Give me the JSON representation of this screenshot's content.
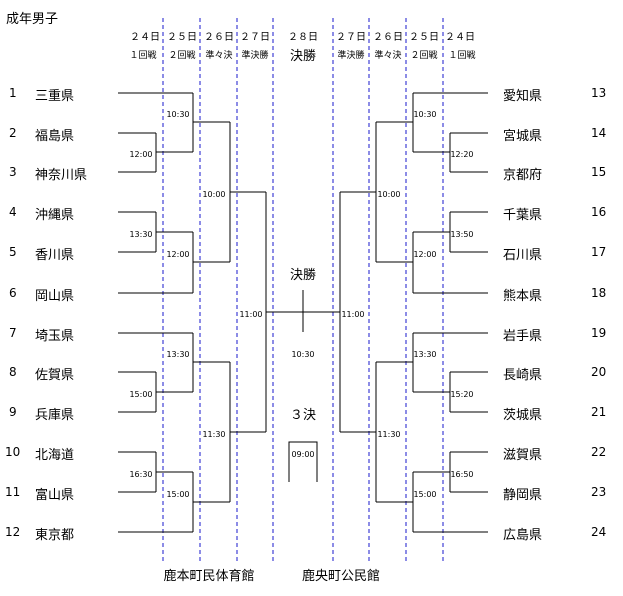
{
  "title": "成年男子",
  "header": {
    "left_dates": [
      "２４日",
      "２５日",
      "２６日",
      "２７日"
    ],
    "right_dates": [
      "２７日",
      "２６日",
      "２５日",
      "２４日"
    ],
    "final_date": "２８日",
    "left_rounds": [
      "１回戦",
      "２回戦",
      "準々決",
      "準決勝"
    ],
    "right_rounds": [
      "準決勝",
      "準々決",
      "２回戦",
      "１回戦"
    ],
    "final_label": "決勝"
  },
  "left_teams": [
    {
      "num": "1",
      "name": "三重県"
    },
    {
      "num": "2",
      "name": "福島県"
    },
    {
      "num": "3",
      "name": "神奈川県"
    },
    {
      "num": "4",
      "name": "沖縄県"
    },
    {
      "num": "5",
      "name": "香川県"
    },
    {
      "num": "6",
      "name": "岡山県"
    },
    {
      "num": "7",
      "name": "埼玉県"
    },
    {
      "num": "8",
      "name": "佐賀県"
    },
    {
      "num": "9",
      "name": "兵庫県"
    },
    {
      "num": "10",
      "name": "北海道"
    },
    {
      "num": "11",
      "name": "富山県"
    },
    {
      "num": "12",
      "name": "東京都"
    }
  ],
  "right_teams": [
    {
      "num": "13",
      "name": "愛知県"
    },
    {
      "num": "14",
      "name": "宮城県"
    },
    {
      "num": "15",
      "name": "京都府"
    },
    {
      "num": "16",
      "name": "千葉県"
    },
    {
      "num": "17",
      "name": "石川県"
    },
    {
      "num": "18",
      "name": "熊本県"
    },
    {
      "num": "19",
      "name": "岩手県"
    },
    {
      "num": "20",
      "name": "長崎県"
    },
    {
      "num": "21",
      "name": "茨城県"
    },
    {
      "num": "22",
      "name": "滋賀県"
    },
    {
      "num": "23",
      "name": "静岡県"
    },
    {
      "num": "24",
      "name": "広島県"
    }
  ],
  "times": {
    "l_r1_a": "12:00",
    "l_r1_b": "13:30",
    "l_r1_c": "15:00",
    "l_r1_d": "16:30",
    "l_r2_a": "10:30",
    "l_r2_b": "12:00",
    "l_r2_c": "13:30",
    "l_r2_d": "15:00",
    "l_qf_a": "10:00",
    "l_qf_b": "11:30",
    "l_sf": "11:00",
    "r_r1_a": "12:20",
    "r_r1_b": "13:50",
    "r_r1_c": "15:20",
    "r_r1_d": "16:50",
    "r_r2_a": "10:30",
    "r_r2_b": "12:00",
    "r_r2_c": "13:30",
    "r_r2_d": "15:00",
    "r_qf_a": "10:00",
    "r_qf_b": "11:30",
    "r_sf": "11:00",
    "final_time": "10:30",
    "third_time": "09:00"
  },
  "final_box_label": "決勝",
  "third_place_label": "３決",
  "venues": {
    "left": "鹿本町民体育館",
    "right": "鹿央町公民館"
  }
}
